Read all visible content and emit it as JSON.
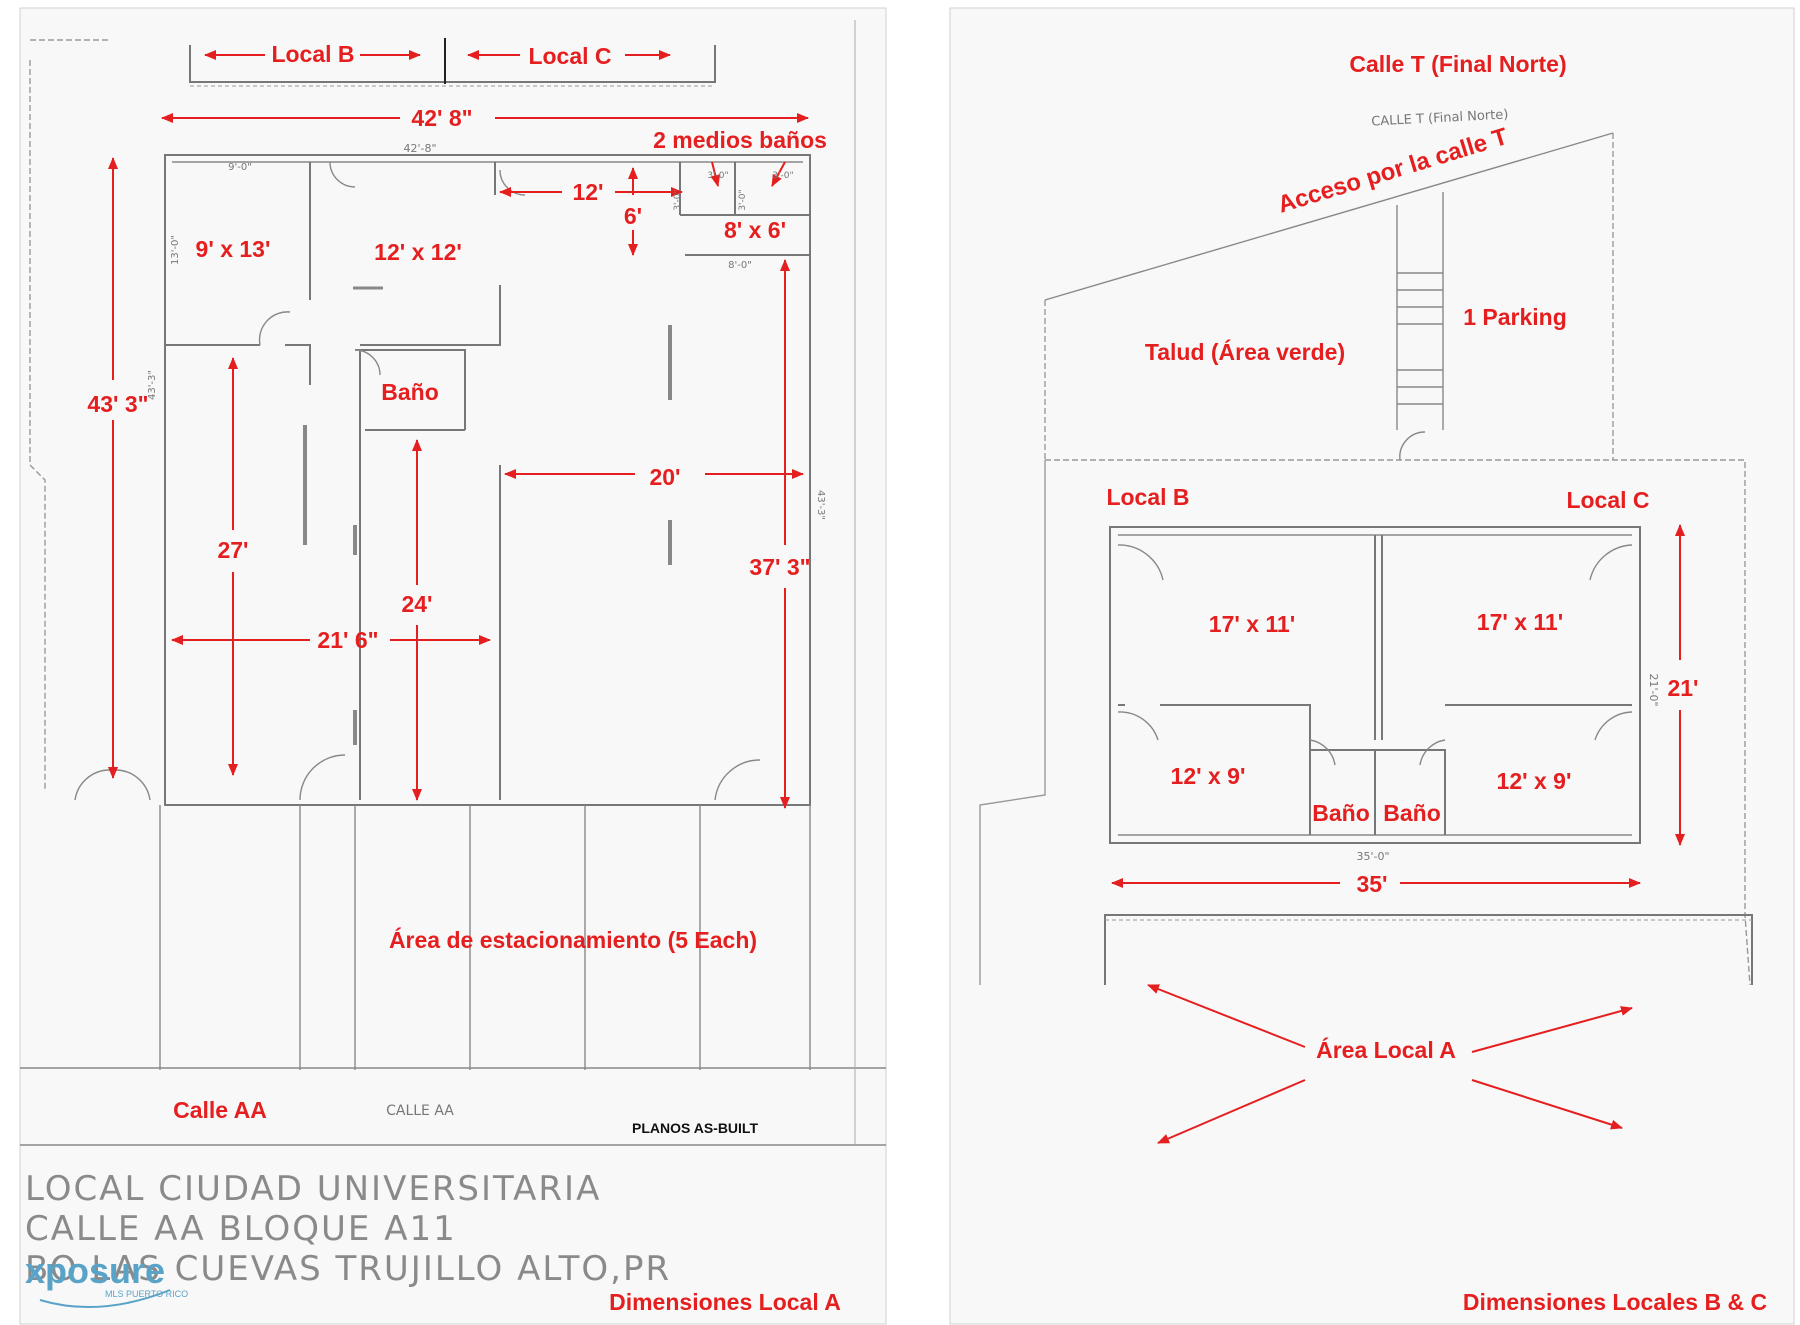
{
  "colors": {
    "annotation": "#e51f1f",
    "pencil": "#777777",
    "paper": "#f8f8f8"
  },
  "sheet_left": {
    "top_labels": {
      "local_b": "Local B",
      "local_c": "Local C"
    },
    "dim_width_top": "42' 8\"",
    "pencil_width": "42'-8\"",
    "medios_banos": "2 medios baños",
    "rooms": {
      "r9x13": "9' x 13'",
      "r12x12": "12' x 12'",
      "r8x6": "8' x 6'",
      "bano": "Baño"
    },
    "dims": {
      "d12": "12'",
      "d6": "6'",
      "d43": "43' 3\"",
      "d27": "27'",
      "d20": "20'",
      "d24": "24'",
      "d37": "37' 3\"",
      "d21_6": "21' 6\""
    },
    "pencil_small": {
      "p9": "9'-0\"",
      "p13": "13'-0\"",
      "p8": "8'-0\"",
      "p43a": "43'-3\"",
      "p43b": "43'-3\"",
      "p3a": "3'-0\"",
      "p3b": "3'-0\"",
      "p3c": "3'-0\"",
      "p3d": "3'-0\""
    },
    "parking_area": "Área de estacionamiento (5 Each)",
    "calle": "Calle AA",
    "calle_pencil": "CALLE AA",
    "planos": "PLANOS AS-BUILT",
    "title_lines": [
      "LOCAL CIUDAD UNIVERSITARIA",
      "CALLE AA BLOQUE A11",
      "BO LAS CUEVAS TRUJILLO ALTO,PR"
    ],
    "logo": {
      "name": "xposure",
      "sub": "MLS PUERTO RICO"
    },
    "caption": "Dimensiones  Local A"
  },
  "sheet_right": {
    "street": "Calle T (Final Norte)",
    "street_pencil": "CALLE T (Final Norte)",
    "access": "Acceso por la calle T",
    "talud": "Talud (Área verde)",
    "parking": "1 Parking",
    "local_b": "Local B",
    "local_c": "Local C",
    "rooms": {
      "b_main": "17' x 11'",
      "c_main": "17' x 11'",
      "b_small": "12' x 9'",
      "c_small": "12' x 9'",
      "bano_b": "Baño",
      "bano_c": "Baño"
    },
    "dims": {
      "d21": "21'",
      "d35": "35'"
    },
    "pencil_small": {
      "p21": "21'-0\"",
      "p35": "35'-0\""
    },
    "area_local_a": "Área Local A",
    "caption": "Dimensiones Locales B & C"
  }
}
